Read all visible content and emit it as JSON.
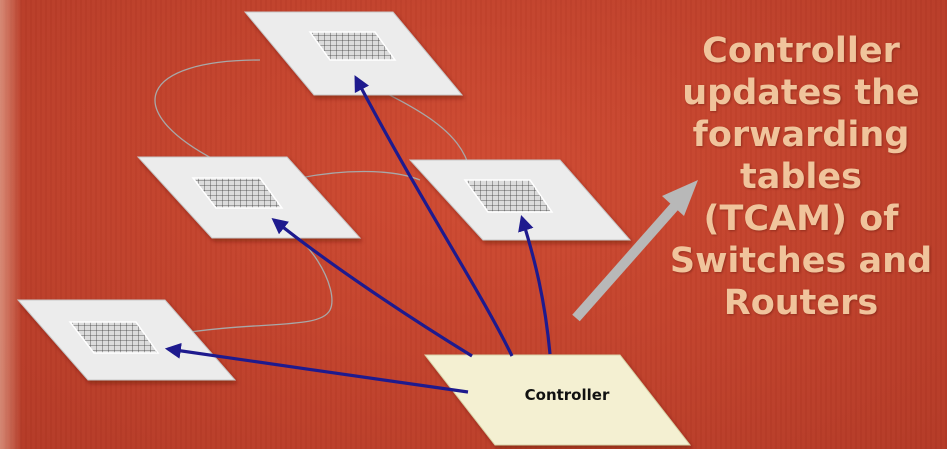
{
  "controller": {
    "label": "Controller"
  },
  "caption": {
    "lines": [
      "Controller",
      "updates the",
      "forwarding",
      "tables",
      "(TCAM) of",
      "Switches and",
      "Routers"
    ]
  },
  "colors": {
    "background": "#c4432d",
    "arrow_blue": "#1e1a8e",
    "switch_panel": "#ececec",
    "controller_fill": "#f4f0d2",
    "caption_text": "#f0c49c",
    "pointer_arrow": "#b8b8b8"
  },
  "icons": [
    "switch-grid-icon",
    "pointer-arrow-icon"
  ]
}
